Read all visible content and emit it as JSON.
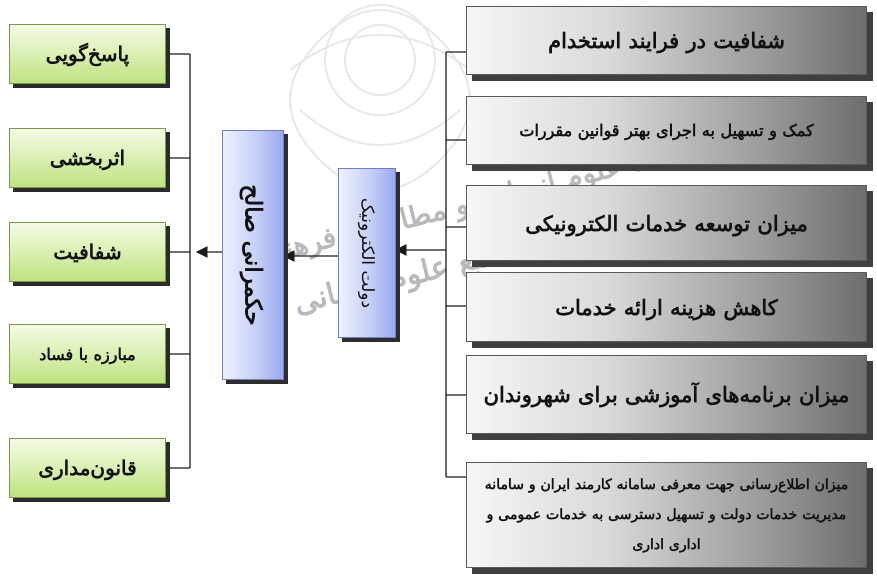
{
  "center": {
    "governance": "حکمرانی صالح",
    "egov": "دولت الکترونیک"
  },
  "outcomes": [
    "پاسخ‌گویی",
    "اثربخشی",
    "شفافیت",
    "مبارزه با فساد",
    "قانون‌مداری"
  ],
  "indicators": [
    "شفافیت در فرایند استخدام",
    "کمک و تسهیل به اجرای بهتر قوانین مقررات",
    "میزان توسعه خدمات الکترونیکی",
    "کاهش هزینه ارائه خدمات",
    "میزان برنامه‌های آموزشی برای شهروندان",
    "میزان اطلاع‌رسانی جهت معرفی سامانه کارمند ایران و سامانه مدیریت خدمات دولت و تسهیل دسترسی به خدمات عمومی و اداری اداری"
  ],
  "watermark": {
    "line1": "پژوهشگاه علوم انسانی و مطالعات فرهنگی",
    "line2": "پرتال جامع علوم انسانی"
  },
  "colors": {
    "green": "#cfe9a0",
    "blue": "#b9c4f4",
    "grey": "#9a9a9a",
    "connector": "#1a1a1a"
  }
}
